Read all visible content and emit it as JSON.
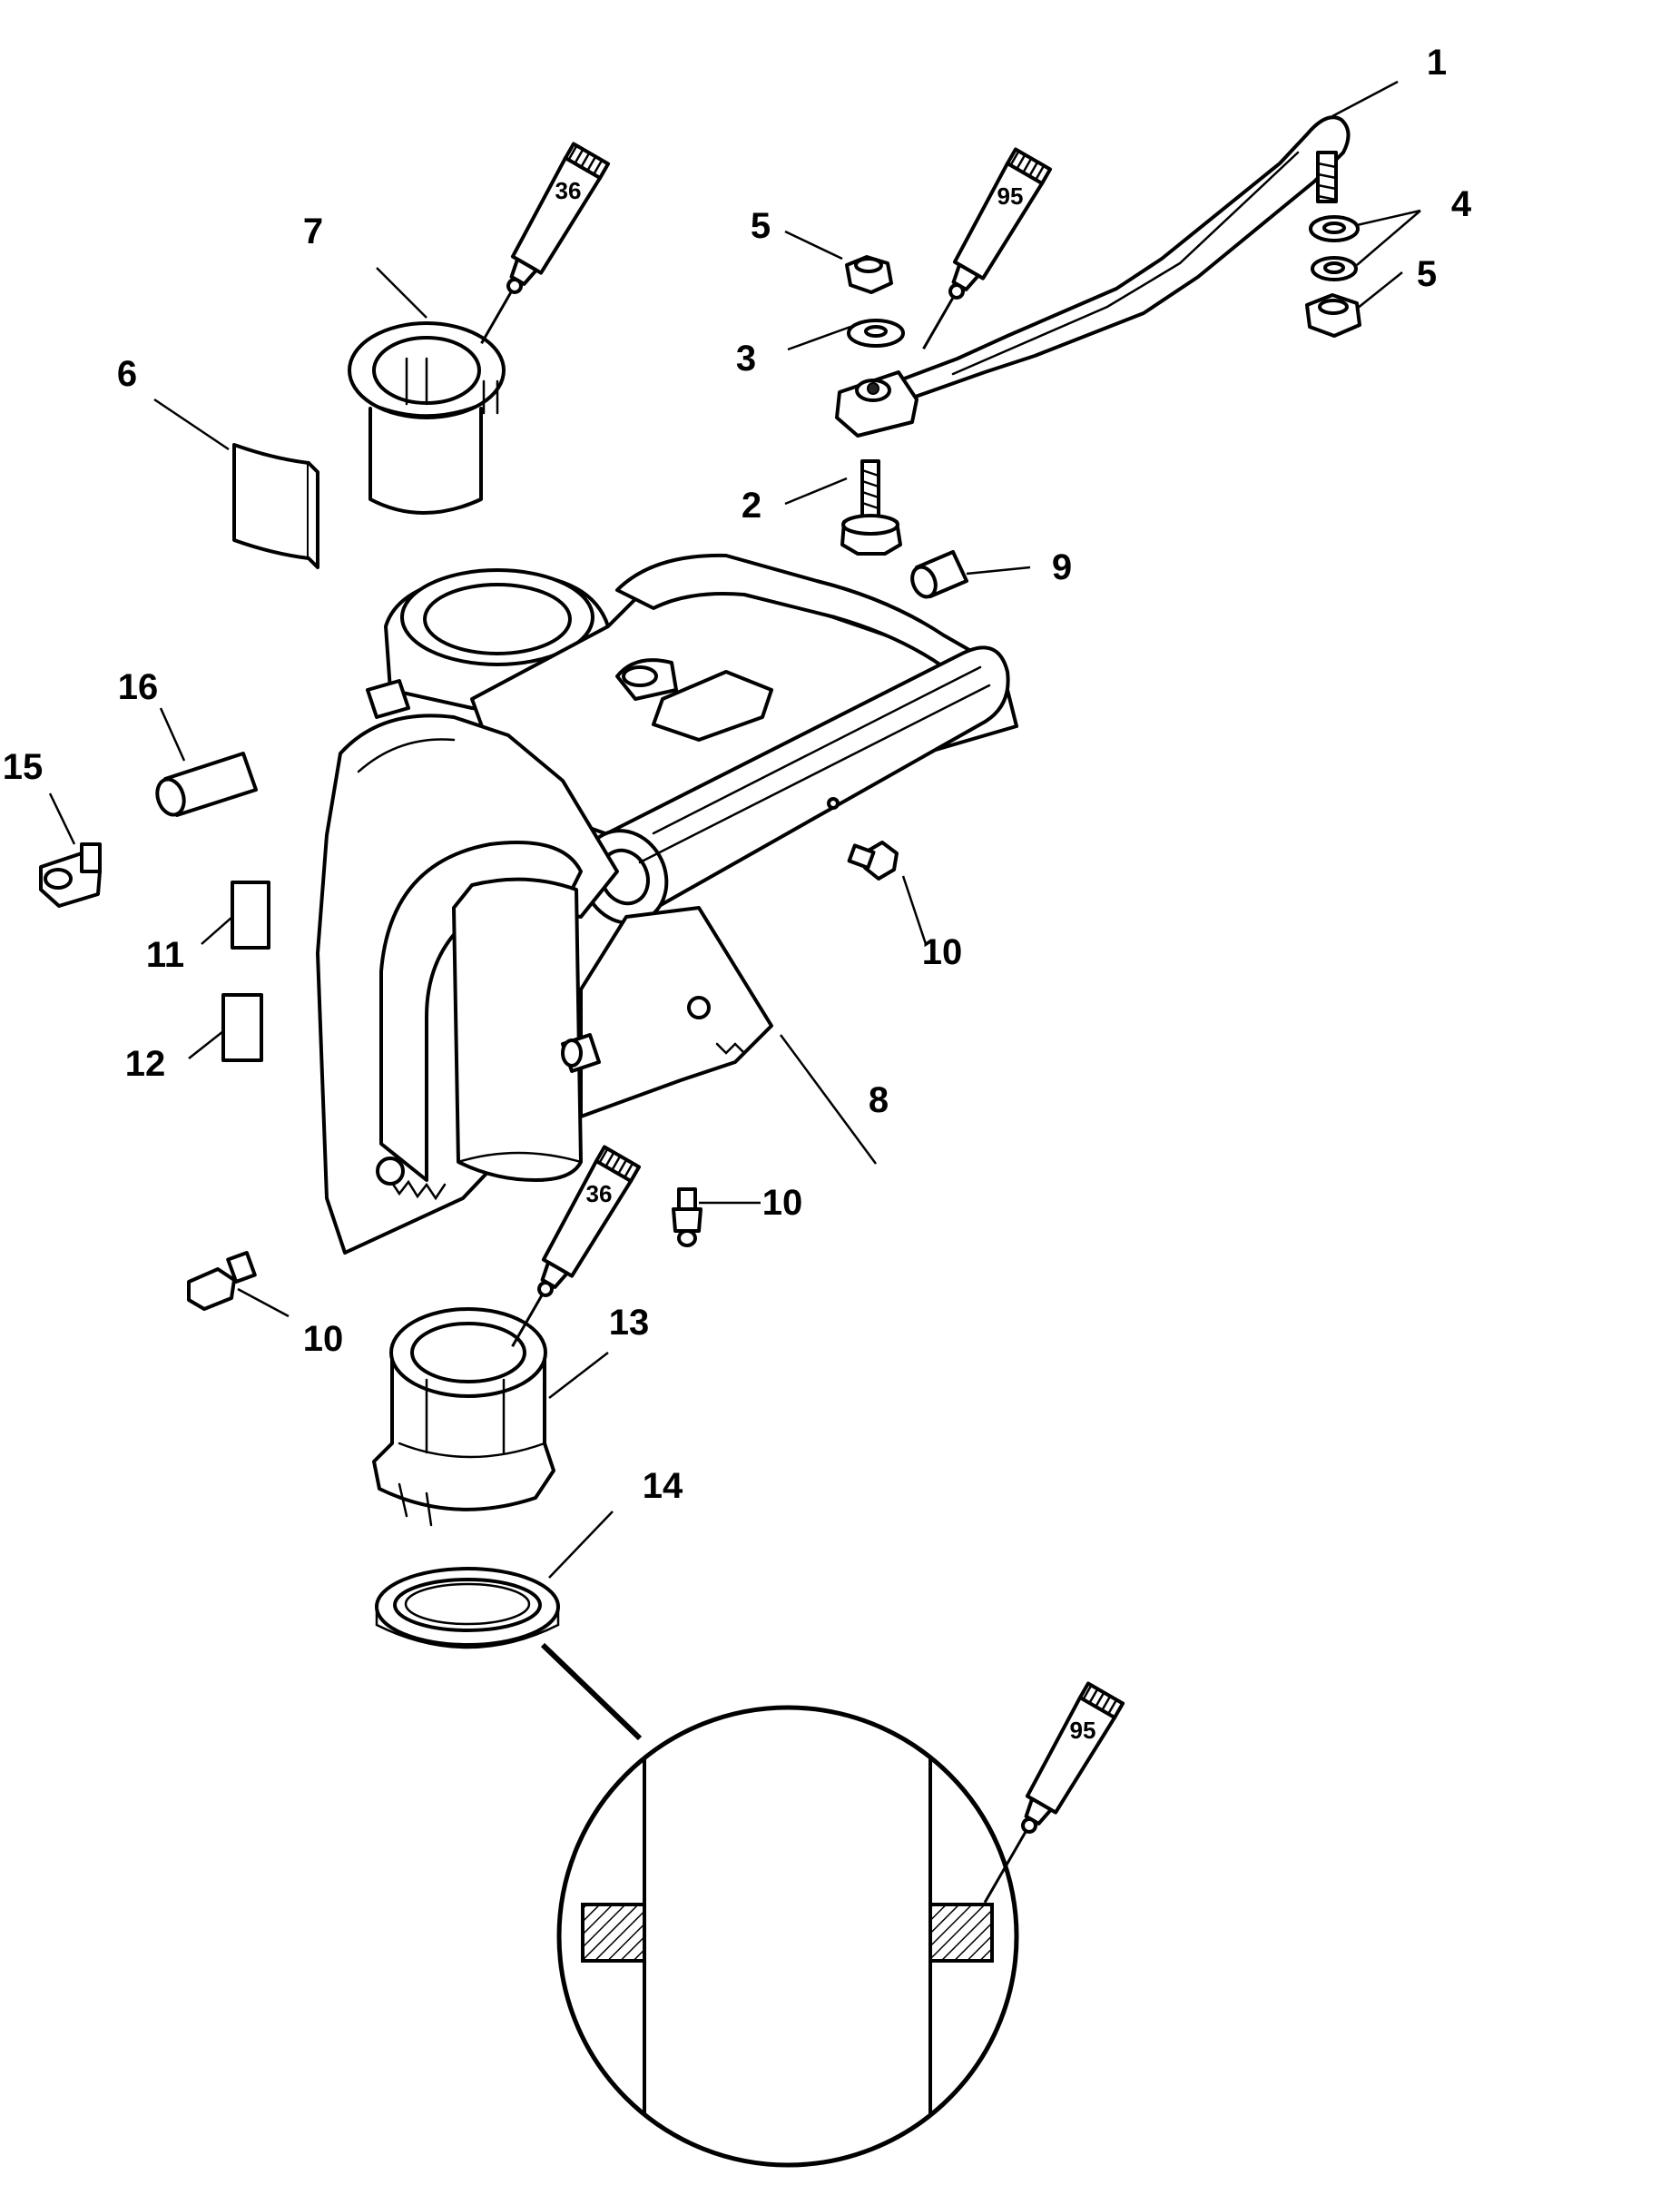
{
  "callouts": [
    {
      "id": "1",
      "label": "1"
    },
    {
      "id": "2",
      "label": "2"
    },
    {
      "id": "3",
      "label": "3"
    },
    {
      "id": "4",
      "label": "4"
    },
    {
      "id": "5a",
      "label": "5"
    },
    {
      "id": "5b",
      "label": "5"
    },
    {
      "id": "6",
      "label": "6"
    },
    {
      "id": "7",
      "label": "7"
    },
    {
      "id": "8",
      "label": "8"
    },
    {
      "id": "9",
      "label": "9"
    },
    {
      "id": "10a",
      "label": "10"
    },
    {
      "id": "10b",
      "label": "10"
    },
    {
      "id": "10c",
      "label": "10"
    },
    {
      "id": "11",
      "label": "11"
    },
    {
      "id": "12",
      "label": "12"
    },
    {
      "id": "13",
      "label": "13"
    },
    {
      "id": "14",
      "label": "14"
    },
    {
      "id": "15",
      "label": "15"
    },
    {
      "id": "16",
      "label": "16"
    }
  ],
  "lubricant_tubes": [
    {
      "id": "tube-7",
      "label": "36"
    },
    {
      "id": "tube-1",
      "label": "95"
    },
    {
      "id": "tube-13",
      "label": "36"
    },
    {
      "id": "tube-14",
      "label": "95"
    }
  ],
  "colors": {
    "line": "#000000",
    "background": "#ffffff",
    "seal_hatch": "#000000"
  }
}
